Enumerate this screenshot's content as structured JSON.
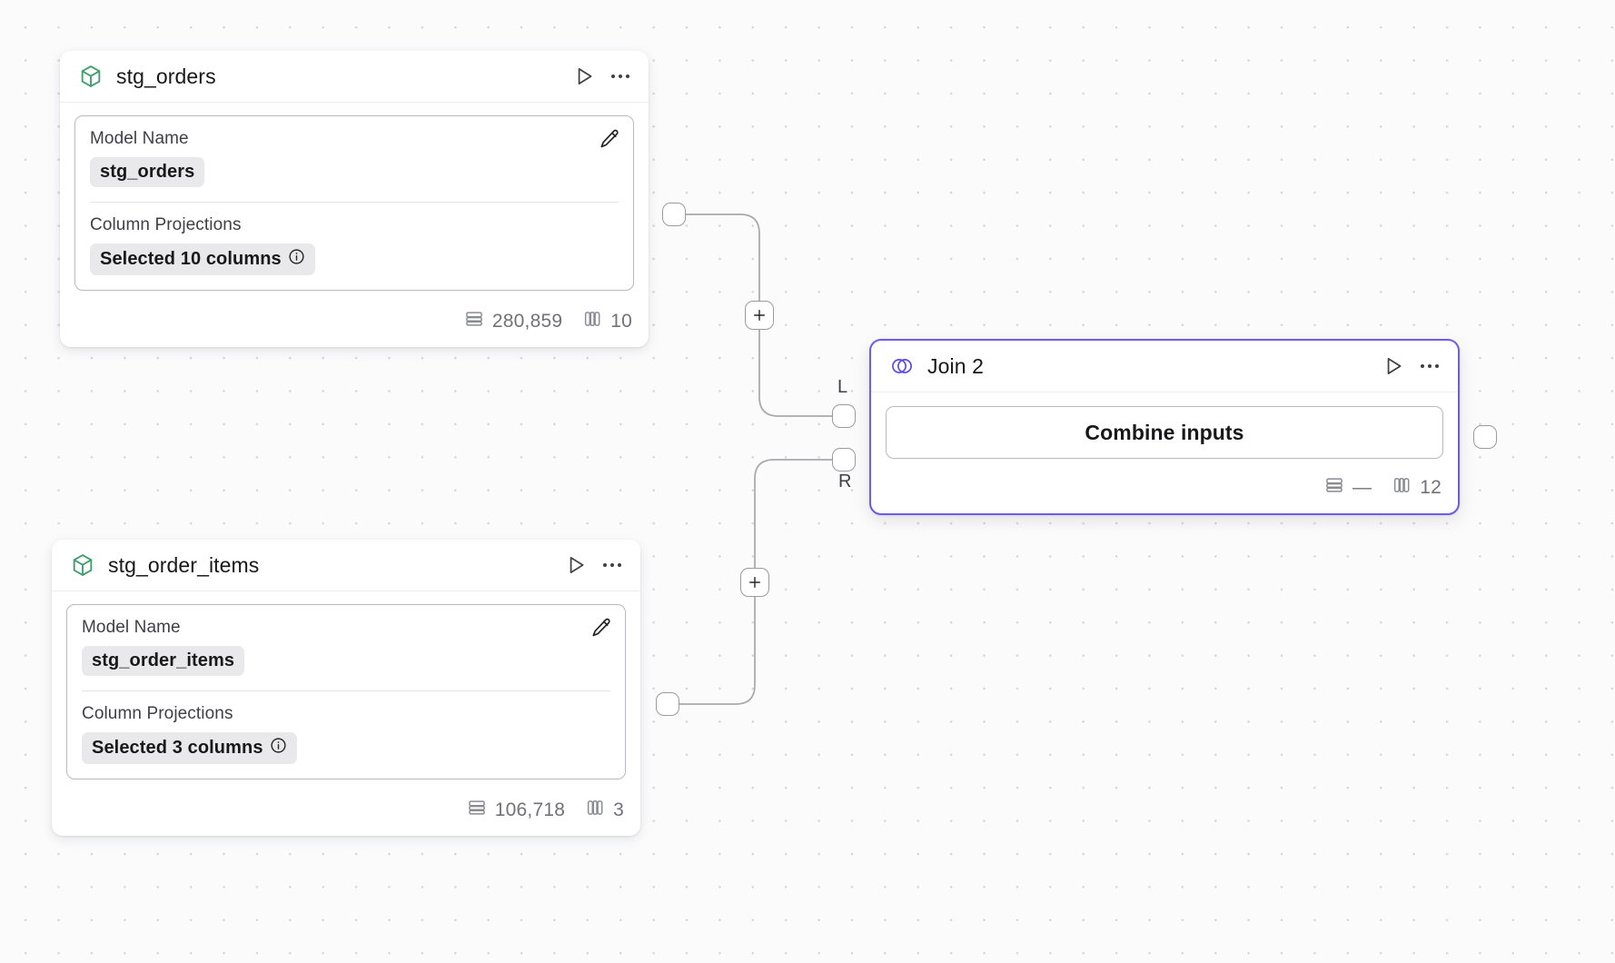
{
  "canvas": {
    "background_color": "#fbfbfc",
    "dot_color": "#d4d4d8",
    "accent_color": "#6c5ce8",
    "model_icon_color": "#3f9e6e"
  },
  "nodes": [
    {
      "id": "stg_orders",
      "type": "model",
      "icon": "cube-icon",
      "title": "stg_orders",
      "selected": false,
      "play_label": "Run",
      "menu_label": "More options",
      "properties": [
        {
          "label": "Model Name",
          "value": "stg_orders",
          "icon": null
        },
        {
          "label": "Column Projections",
          "value": "Selected 10 columns",
          "icon": "info-icon"
        }
      ],
      "edit_label": "Edit",
      "footer": {
        "rows_icon": "rows-icon",
        "rows": "280,859",
        "columns_icon": "columns-icon",
        "columns": "10"
      }
    },
    {
      "id": "stg_order_items",
      "type": "model",
      "icon": "cube-icon",
      "title": "stg_order_items",
      "selected": false,
      "play_label": "Run",
      "menu_label": "More options",
      "properties": [
        {
          "label": "Model Name",
          "value": "stg_order_items",
          "icon": null
        },
        {
          "label": "Column Projections",
          "value": "Selected 3 columns",
          "icon": "info-icon"
        }
      ],
      "edit_label": "Edit",
      "footer": {
        "rows_icon": "rows-icon",
        "rows": "106,718",
        "columns_icon": "columns-icon",
        "columns": "3"
      }
    },
    {
      "id": "join_2",
      "type": "join",
      "icon": "venn-icon",
      "title": "Join 2",
      "selected": true,
      "play_label": "Run",
      "menu_label": "More options",
      "action_button": "Combine inputs",
      "input_ports": [
        {
          "id": "left",
          "label": "L"
        },
        {
          "id": "right",
          "label": "R"
        }
      ],
      "footer": {
        "rows_icon": "rows-icon",
        "rows": "—",
        "columns_icon": "columns-icon",
        "columns": "12"
      }
    }
  ],
  "edges": [
    {
      "id": "edge-orders-to-join-left",
      "from": "stg_orders",
      "to": "join_2.L",
      "add_label": "+"
    },
    {
      "id": "edge-order-items-to-join-right",
      "from": "stg_order_items",
      "to": "join_2.R",
      "add_label": "+"
    }
  ]
}
